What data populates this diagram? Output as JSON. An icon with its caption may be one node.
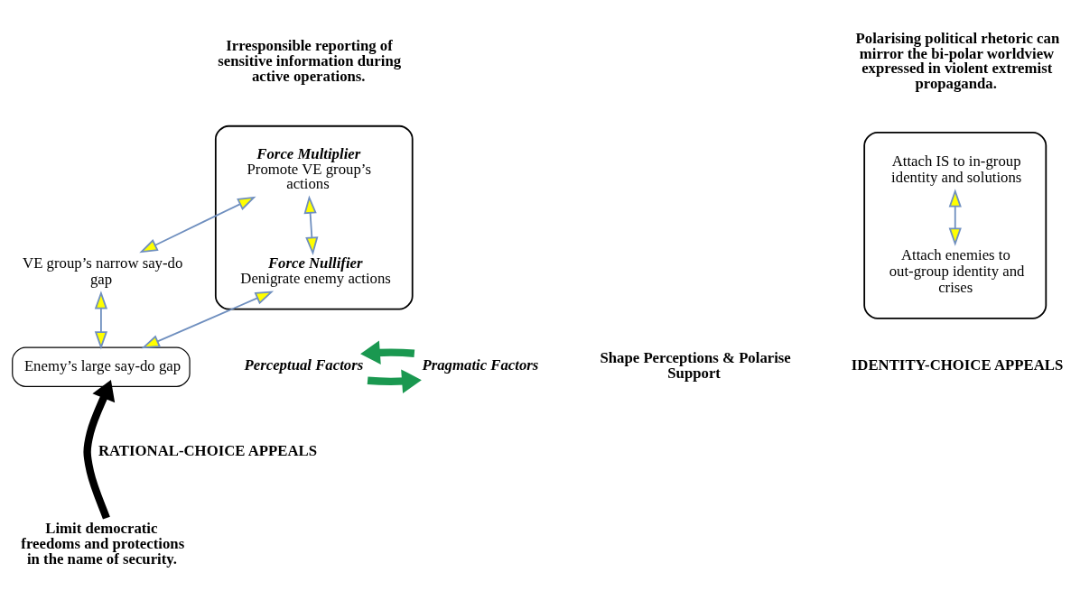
{
  "diagram": {
    "nodes": [
      {
        "text": [],
        "shape": "box"
      },
      {
        "text": [
          "Force Multiplier",
          "Promote VE group’s actions"
        ],
        "in": 0
      },
      {
        "text": [
          "Force Nullifier",
          "Denigrate enemy actions"
        ],
        "in": 0
      },
      {
        "text": [
          "VE group’s narrow say-do gap"
        ]
      },
      {
        "text": [
          "Enemy’s large say-do gap"
        ]
      },
      {
        "text": [
          "Limit democratic freedoms and protections in the name of security."
        ]
      },
      {
        "text": [
          "Pragmatic Factors"
        ]
      },
      {
        "text": [
          "Perceptual Factors"
        ]
      },
      {
        "text": [],
        "shape": "box"
      },
      {
        "text": [
          "Attach IS to in-group identity and solutions"
        ],
        "in": 8
      },
      {
        "text": [
          "Attach enemies to out-group identity and crises"
        ],
        "in": 8
      }
    ],
    "edges": [
      {
        "from": 1,
        "to": 2,
        "arrow": "both"
      },
      {
        "from": 1,
        "to": 3,
        "arrow": "both"
      },
      {
        "from": 2,
        "to": 4,
        "arrow": "both"
      },
      {
        "from": 3,
        "to": 4,
        "arrow": "both"
      },
      {
        "from": 5,
        "to": 4,
        "arrow": "to",
        "style": "thick",
        "color": "#000000"
      },
      {
        "from": 7,
        "to": 6,
        "arrow": "to",
        "style": "thick",
        "color": "#1a9850"
      },
      {
        "from": 6,
        "to": 7,
        "arrow": "to",
        "style": "thick",
        "color": "#1a9850"
      },
      {
        "from": 9,
        "to": 10,
        "arrow": "both"
      }
    ],
    "labels": [
      "Irresponsible reporting of sensitive information during active operations.",
      "Polarising political rhetoric can mirror the bi-polar worldview expressed in violent extremist propaganda.",
      "Shape Perceptions & Polarise Support",
      "RATIONAL-CHOICE APPEALS",
      "IDENTITY-CHOICE APPEALS"
    ]
  }
}
